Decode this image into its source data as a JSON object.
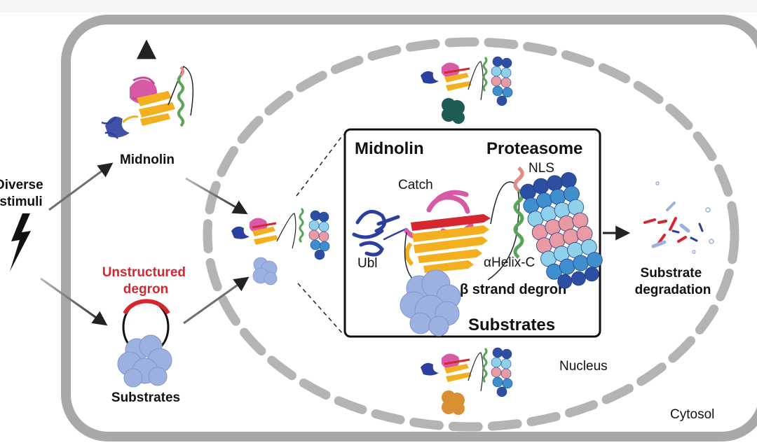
{
  "labels": {
    "diverse_stimuli_line1": "Diverse",
    "diverse_stimuli_line2": "stimuli",
    "midnolin": "Midnolin",
    "unstructured_degron_line1": "Unstructured",
    "unstructured_degron_line2": "degron",
    "substrates": "Substrates",
    "nucleus": "Nucleus",
    "cytosol": "Cytosol",
    "substrate_degradation_line1": "Substrate",
    "substrate_degradation_line2": "degradation"
  },
  "inset": {
    "midnolin_title": "Midnolin",
    "proteasome_title": "Proteasome",
    "nls": "NLS",
    "catch": "Catch",
    "ubl": "Ubl",
    "alpha_helix_c": "αHelix-C",
    "beta_strand_degron": "β strand degron",
    "substrates_title": "Substrates"
  },
  "colors": {
    "cytosol_border": "#a8a8a8",
    "nucleus_dash": "#b4b4b4",
    "degron_red": "#d6262f",
    "ubl_blue": "#2b3f9e",
    "catch_pink": "#d75aa6",
    "sheet_yellow": "#f2b01e",
    "helix_green": "#58a55a",
    "substrate_blue": "#9db1e0",
    "proteasome_dark": "#2c4fa3",
    "proteasome_mid": "#3f8fcf",
    "proteasome_light": "#8fd0ea",
    "proteasome_pink": "#e99aa2",
    "substrate_teal": "#1f5b55",
    "substrate_orange": "#d99033"
  }
}
